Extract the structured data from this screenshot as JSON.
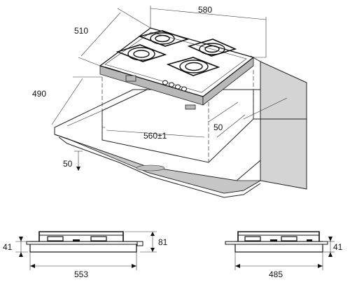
{
  "dimensions": {
    "top_width": "580",
    "top_depth": "510",
    "cutout_depth": "490",
    "cutout_width": "560±1",
    "rear_clearance": "50",
    "front_clearance": "50",
    "side_width": "553",
    "side_height_body": "41",
    "side_height_total": "81",
    "front_width": "485",
    "front_height": "41"
  },
  "colors": {
    "line": "#222222",
    "fill_gray": "#b8b8b8",
    "background": "#ffffff"
  }
}
